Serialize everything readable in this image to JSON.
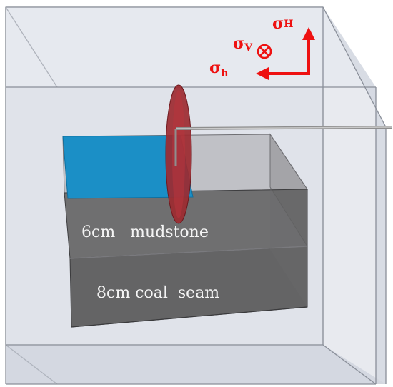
{
  "layers": {
    "mudstone_label": "6cm   mudstone",
    "coal_label": "8cm coal  seam"
  },
  "stress": {
    "sigma_vertical": "σ",
    "sigma_vertical_sub": "V",
    "sigma_H": "σ",
    "sigma_H_sub": "H",
    "sigma_h": "σ",
    "sigma_h_sub": "h",
    "color": "#ee1111"
  },
  "colors": {
    "box_fill": "#dfe3ea",
    "box_edge": "#8a8f99",
    "interface_plane": "#1b8fc6",
    "fracture_disk": "#9c2a30",
    "mudstone_fill": "#5f5f5f",
    "coal_fill": "#4d4d4d"
  }
}
